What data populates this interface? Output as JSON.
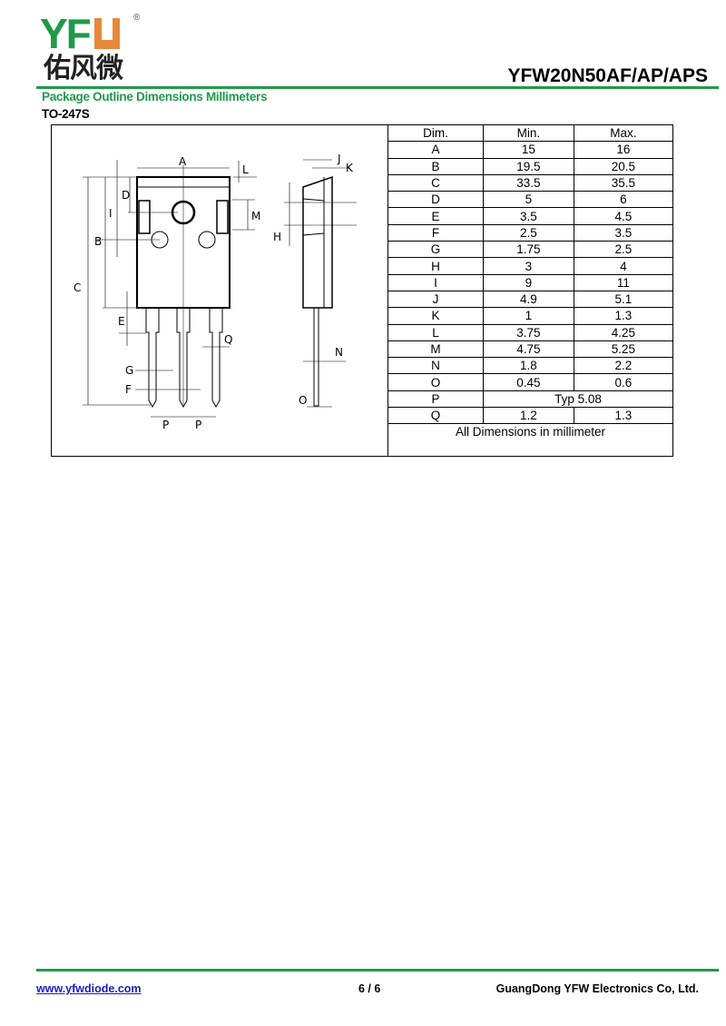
{
  "header": {
    "logo_text": "YFW",
    "logo_cn": "佑风微",
    "logo_mark": "®",
    "part_number": "YFW20N50AF/AP/APS"
  },
  "section_title": "Package Outline Dimensions Millimeters",
  "package_name": "TO-247S",
  "drawing_labels": {
    "A": "A",
    "B": "B",
    "C": "C",
    "D": "D",
    "E": "E",
    "F": "F",
    "G": "G",
    "H": "H",
    "I": "I",
    "J": "J",
    "K": "K",
    "L": "L",
    "M": "M",
    "N": "N",
    "O": "O",
    "P": "P",
    "Q": "Q"
  },
  "table": {
    "headers": [
      "Dim.",
      "Min.",
      "Max."
    ],
    "rows": [
      [
        "A",
        "15",
        "16"
      ],
      [
        "B",
        "19.5",
        "20.5"
      ],
      [
        "C",
        "33.5",
        "35.5"
      ],
      [
        "D",
        "5",
        "6"
      ],
      [
        "E",
        "3.5",
        "4.5"
      ],
      [
        "F",
        "2.5",
        "3.5"
      ],
      [
        "G",
        "1.75",
        "2.5"
      ],
      [
        "H",
        "3",
        "4"
      ],
      [
        "I",
        "9",
        "11"
      ],
      [
        "J",
        "4.9",
        "5.1"
      ],
      [
        "K",
        "1",
        "1.3"
      ],
      [
        "L",
        "3.75",
        "4.25"
      ],
      [
        "M",
        "4.75",
        "5.25"
      ],
      [
        "N",
        "1.8",
        "2.2"
      ],
      [
        "O",
        "0.45",
        "0.6"
      ],
      [
        "P",
        "Typ 5.08",
        null
      ],
      [
        "Q",
        "1.2",
        "1.3"
      ]
    ],
    "note": "All Dimensions in millimeter"
  },
  "footer": {
    "website": "www.yfwdiode.com",
    "page": "6 / 6",
    "company": "GuangDong YFW Electronics Co, Ltd."
  },
  "colors": {
    "brand_green": "#1f9a4a",
    "brand_orange": "#e8883a"
  }
}
